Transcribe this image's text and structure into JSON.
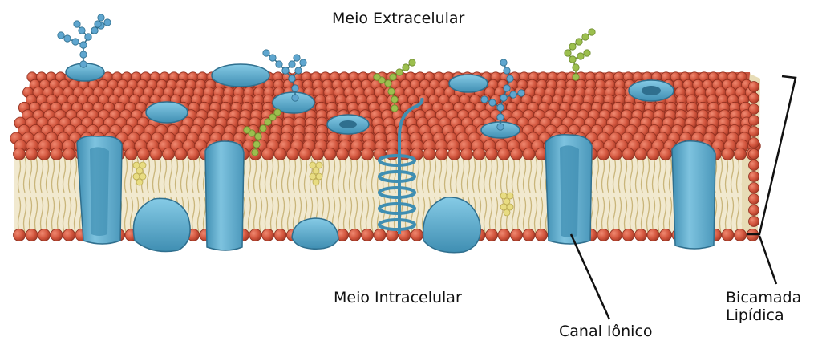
{
  "labels": {
    "extracellular": "Meio Extracelular",
    "intracellular": "Meio Intracelular",
    "ion_channel": "Canal Iônico",
    "bilayer_line1": "Bicamada",
    "bilayer_line2": "Lipídica"
  },
  "colors": {
    "phospholipid_head": "#d2553d",
    "phospholipid_head_edge": "#8e2f1f",
    "lipid_tail": "#e4d39c",
    "protein": "#6fb6d4",
    "protein_dark": "#3f8eb2",
    "glycan_blue": "#5fa6cf",
    "glycan_green": "#9cbf4e",
    "cholesterol": "#e8dc82",
    "leader_line": "#111111"
  }
}
